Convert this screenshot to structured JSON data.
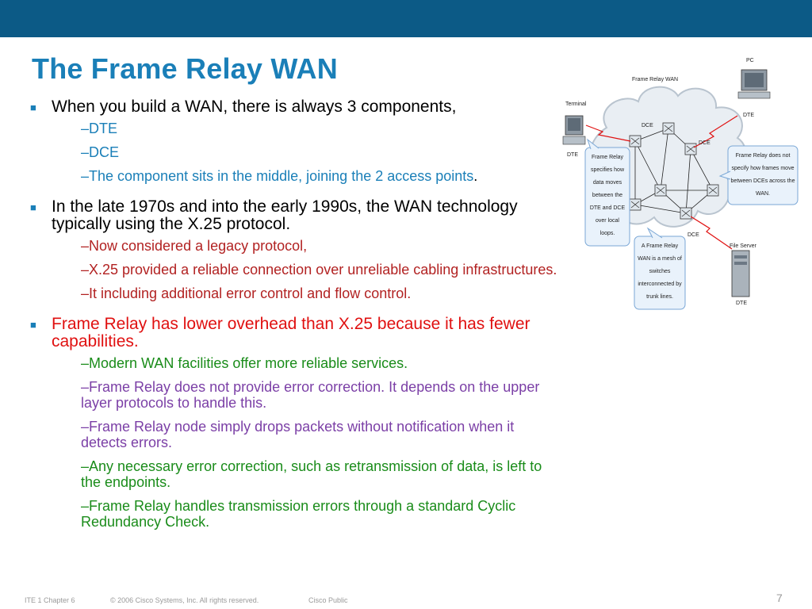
{
  "slide": {
    "title": "The Frame Relay WAN",
    "bullets": [
      {
        "text": "When you build a WAN, there is always 3 components,",
        "color": "#000000",
        "subs": [
          {
            "parts": [
              {
                "text": "–DTE",
                "color": "#1a7fb8"
              }
            ]
          },
          {
            "parts": [
              {
                "text": "–DCE",
                "color": "#1a7fb8"
              }
            ]
          },
          {
            "parts": [
              {
                "text": "–The component sits in the middle, joining the 2 access points",
                "color": "#1a7fb8"
              },
              {
                "text": ".",
                "color": "#000000"
              }
            ]
          }
        ]
      },
      {
        "text": "In the late 1970s and into the early 1990s, the WAN technology typically using the X.25 protocol.",
        "color": "#000000",
        "subs": [
          {
            "parts": [
              {
                "text": "–Now considered a legacy protocol,",
                "color": "#b22222"
              }
            ]
          },
          {
            "parts": [
              {
                "text": "–X.25 provided a reliable connection over unreliable cabling infrastructures.",
                "color": "#b22222"
              }
            ]
          },
          {
            "parts": [
              {
                "text": "–It including additional error control and flow control.",
                "color": "#b22222"
              }
            ]
          }
        ]
      },
      {
        "text": "Frame Relay has lower overhead than X.25 because it has fewer capabilities.",
        "color": "#e01010",
        "subs": [
          {
            "parts": [
              {
                "text": "–Modern WAN facilities offer more reliable services.",
                "color": "#1a8c1a"
              }
            ]
          },
          {
            "parts": [
              {
                "text": "–Frame Relay does not provide error correction.  It depends on the upper layer protocols to handle this.",
                "color": "#7b3fa6"
              }
            ]
          },
          {
            "parts": [
              {
                "text": "–Frame Relay node simply drops packets without notification when it detects errors.",
                "color": "#7b3fa6"
              }
            ]
          },
          {
            "parts": [
              {
                "text": "–Any necessary error correction, such as retransmission of data, is left to the endpoints.",
                "color": "#1a8c1a"
              }
            ]
          },
          {
            "parts": [
              {
                "text": "–Frame Relay handles transmission errors through a standard Cyclic Redundancy Check.",
                "color": "#1a8c1a"
              }
            ]
          }
        ]
      }
    ],
    "bullet_symbol": "■"
  },
  "diagram": {
    "cloud_label": "Frame Relay WAN",
    "labels": {
      "pc": "PC",
      "pc_dte": "DTE",
      "terminal": "Terminal",
      "terminal_dte": "DTE",
      "dce_top_left": "DCE",
      "dce_top_right": "DCE",
      "dce_bottom": "DCE",
      "file_server": "File Server",
      "server_dte": "DTE"
    },
    "callouts": {
      "left": [
        "Frame Relay",
        "specifies how",
        "data moves",
        "between the",
        "DTE and DCE",
        "over local",
        "loops."
      ],
      "right": [
        "Frame Relay does not",
        "specify how frames move",
        "between DCEs across the",
        "WAN."
      ],
      "bottom": [
        "A Frame Relay",
        "WAN is a mesh of",
        "switches",
        "interconnected by",
        "trunk lines."
      ]
    }
  },
  "footer": {
    "chapter": "ITE 1 Chapter 6",
    "copyright": "© 2006 Cisco Systems, Inc. All rights reserved.",
    "classification": "Cisco Public",
    "page_number": "7"
  },
  "colors": {
    "top_bar": "#0c5a86",
    "title": "#1a7fb8",
    "bullet": "#1a7fb8"
  }
}
